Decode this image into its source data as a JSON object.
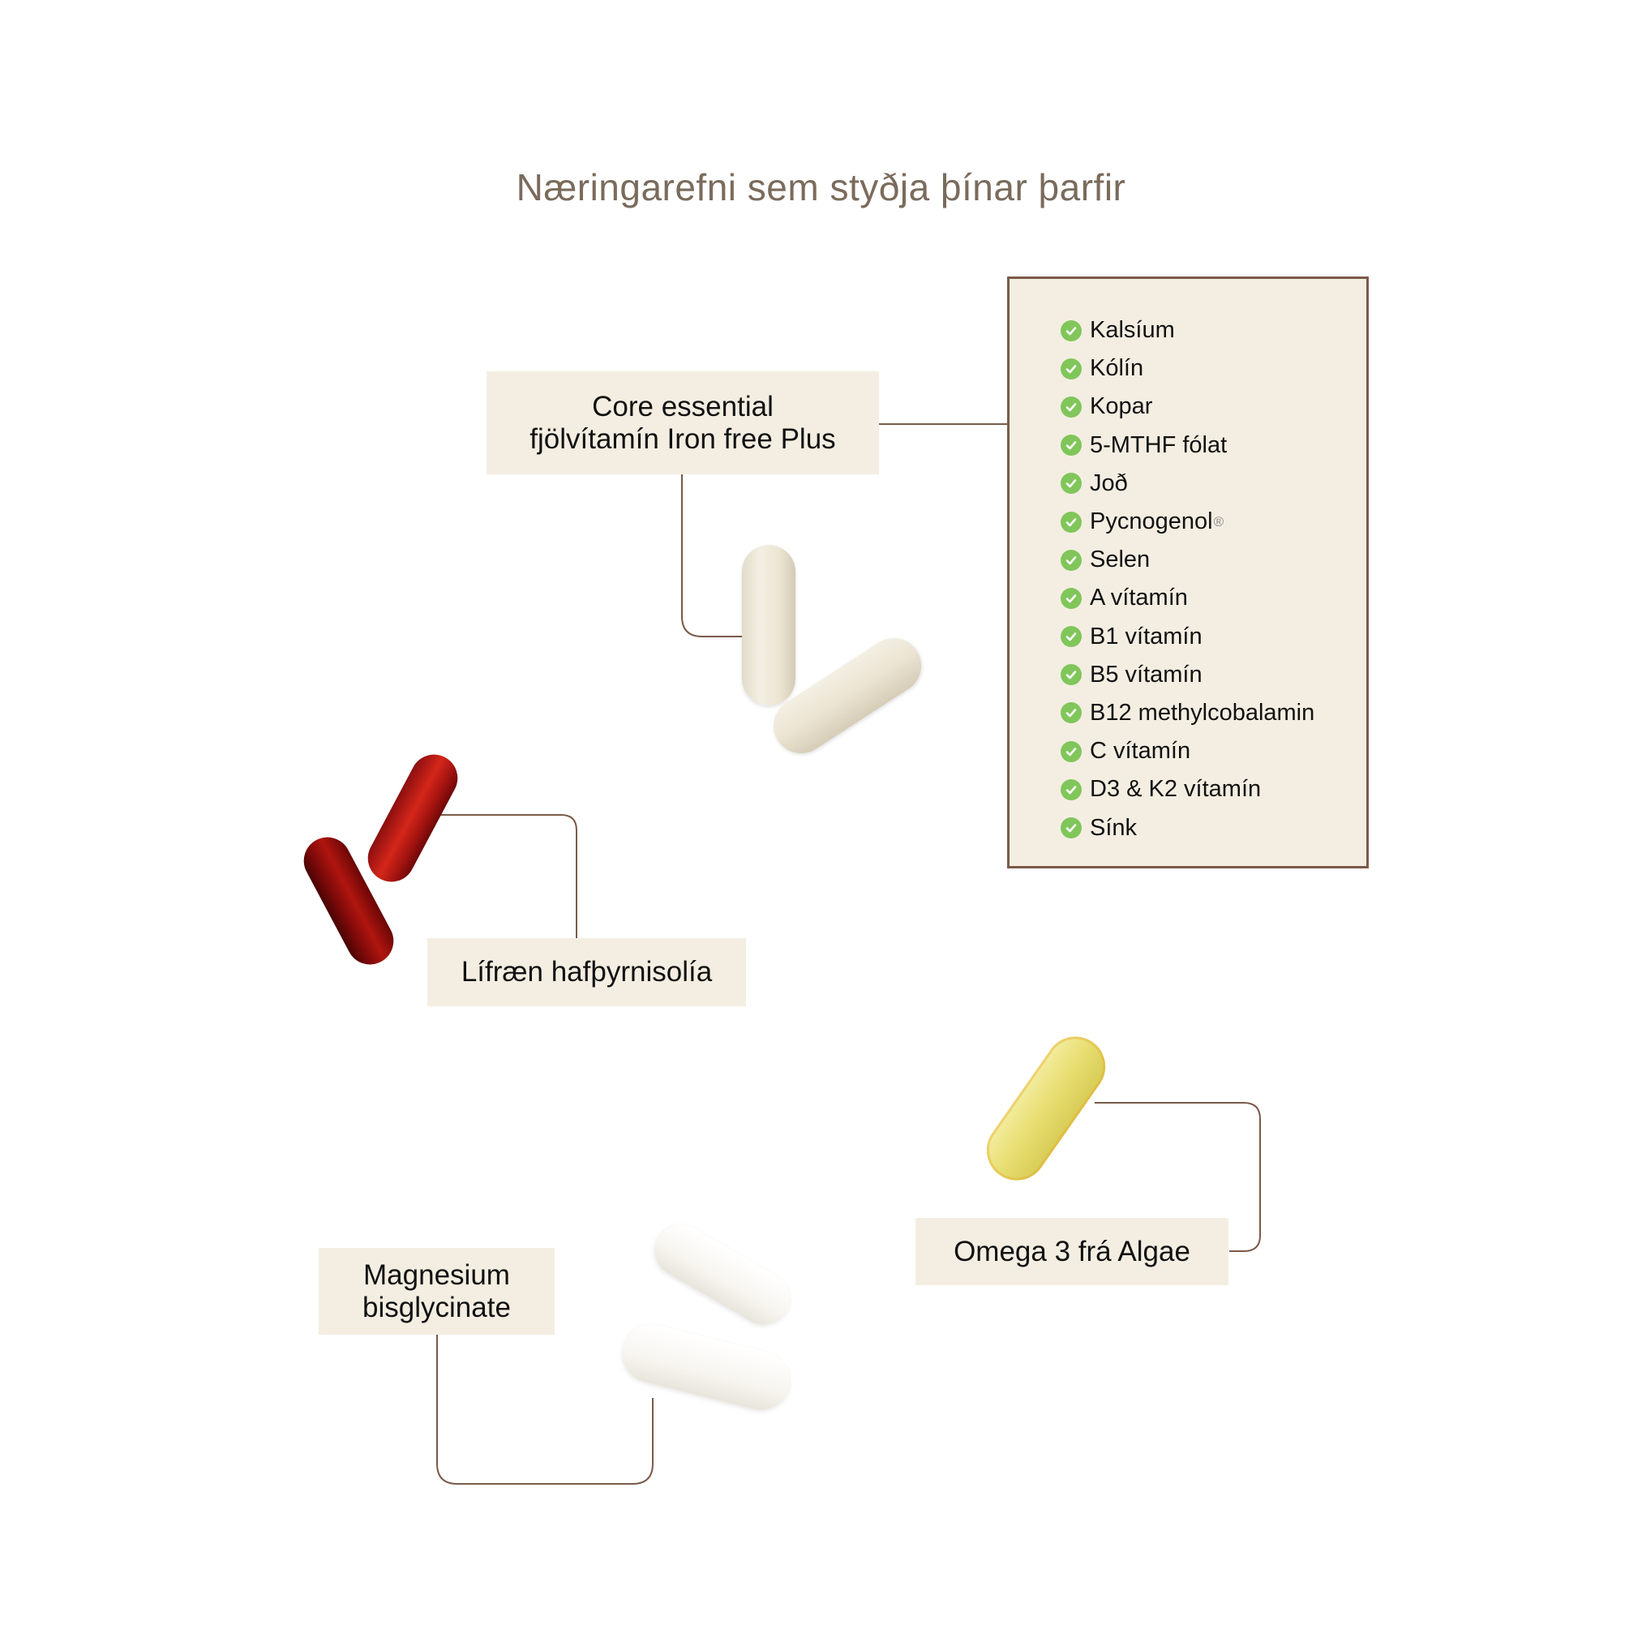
{
  "title": "Næringarefni sem styðja þínar þarfir",
  "colors": {
    "title": "#7a6b5c",
    "label_bg": "#f4eee2",
    "border": "#7a5a48",
    "check": "#80c65a",
    "connector": "#7a5a48"
  },
  "products": {
    "core": {
      "line1": "Core essential",
      "line2": "fjölvítamín Iron free Plus"
    },
    "seabuckthorn": {
      "name": "Lífræn hafþyrnisolía"
    },
    "omega": {
      "name": "Omega 3 frá Algae"
    },
    "magnesium": {
      "line1": "Magnesium",
      "line2": "bisglycinate"
    }
  },
  "nutrients": {
    "icon": "check-circle-icon",
    "items": [
      "Kalsíum",
      "Kólín",
      "Kopar",
      "5-MTHF fólat",
      "Joð",
      "Pycnogenol",
      "Selen",
      "A vítamín",
      "B1 vítamín",
      "B5 vítamín",
      "B12 methylcobalamin",
      "C vítamín",
      "D3 & K2 vítamín",
      "Sínk"
    ],
    "registered_mark": "®"
  }
}
